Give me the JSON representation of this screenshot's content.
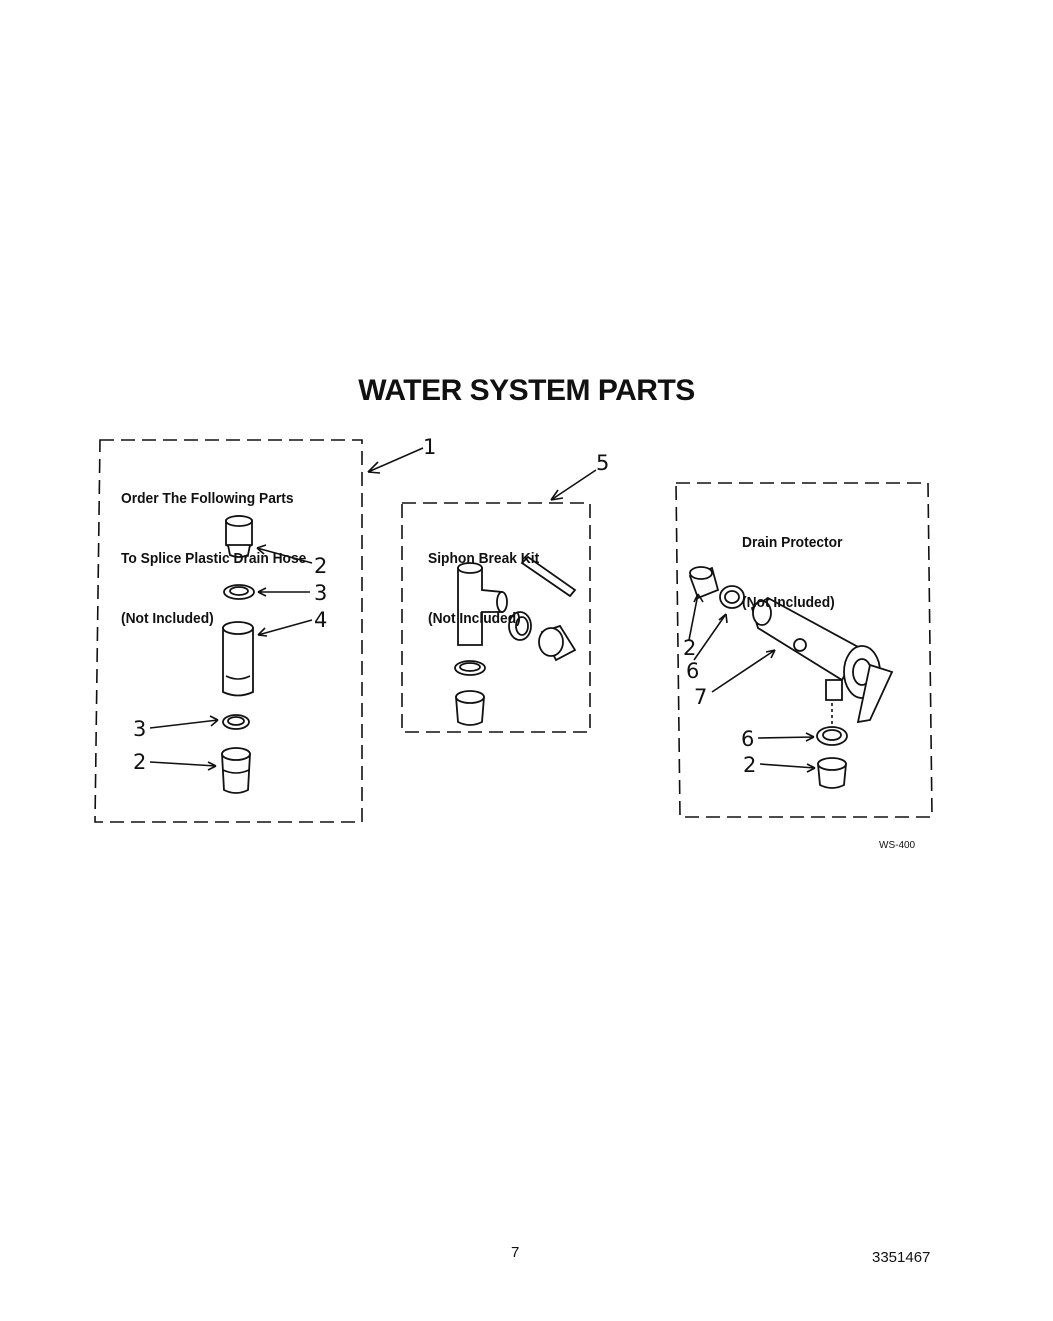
{
  "title": "WATER SYSTEM PARTS",
  "boxes": {
    "splice": {
      "lines": [
        "Order The Following Parts",
        "To Splice Plastic Drain Hose",
        "(Not Included)"
      ]
    },
    "siphon": {
      "lines": [
        "Siphon Break Kit",
        "(Not Included)"
      ]
    },
    "drain": {
      "lines": [
        "Drain Protector",
        "(Not Included)"
      ]
    }
  },
  "callouts": {
    "c1": "1",
    "c5": "5",
    "splice_2a": "2",
    "splice_3a": "3",
    "splice_4": "4",
    "splice_3b": "3",
    "splice_2b": "2",
    "drain_2a": "2",
    "drain_6a": "6",
    "drain_7": "7",
    "drain_6b": "6",
    "drain_2b": "2"
  },
  "figure_code": "WS-400",
  "footer": {
    "page": "7",
    "doc_number": "3351467"
  }
}
